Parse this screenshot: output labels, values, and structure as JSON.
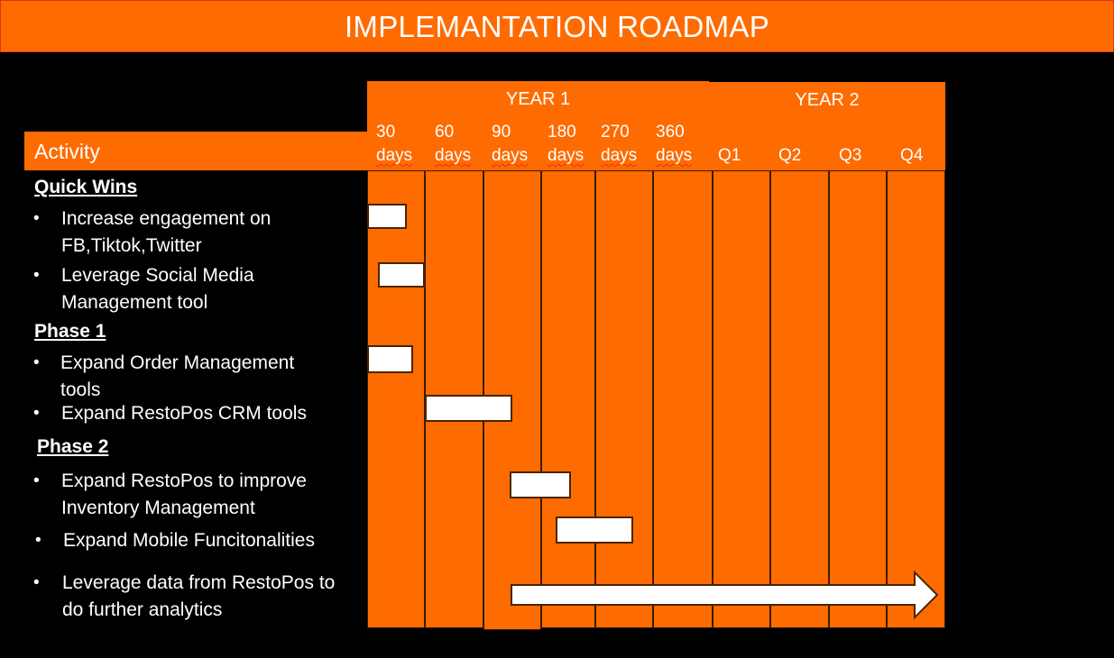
{
  "title": "IMPLEMANTATION ROADMAP",
  "year1_label": "YEAR 1",
  "year2_label": "YEAR 2",
  "activity_label": "Activity",
  "columns": [
    {
      "line1": "30",
      "line2": "days"
    },
    {
      "line1": "60",
      "line2": "days"
    },
    {
      "line1": "90",
      "line2": "days"
    },
    {
      "line1": "180",
      "line2": "days"
    },
    {
      "line1": "270",
      "line2": "days"
    },
    {
      "line1": "360",
      "line2": "days"
    },
    {
      "line1": "",
      "line2": "Q1"
    },
    {
      "line1": "",
      "line2": "Q2"
    },
    {
      "line1": "",
      "line2": "Q3"
    },
    {
      "line1": "",
      "line2": "Q4"
    }
  ],
  "sections": {
    "quick_wins": "Quick Wins",
    "phase1": "Phase 1",
    "phase2": "Phase 2"
  },
  "activities": [
    {
      "line1": "Increase engagement on",
      "line2": "FB,Tiktok,Twitter"
    },
    {
      "line1": "Leverage Social Media",
      "line2": "Management tool"
    },
    {
      "line1": "Expand Order Management",
      "line2": "tools"
    },
    {
      "line1": "Expand RestoPos CRM tools",
      "line2": ""
    },
    {
      "line1": "Expand RestoPos to improve",
      "line2": "Inventory Management"
    },
    {
      "line1": "Expand Mobile Funcitonalities",
      "line2": ""
    },
    {
      "line1": "Leverage data from RestoPos to",
      "line2": "do further analytics"
    }
  ],
  "bullet_symbol": "•",
  "colors": {
    "accent": "#fe6b01",
    "background": "#000000",
    "bar": "#ffffff"
  }
}
